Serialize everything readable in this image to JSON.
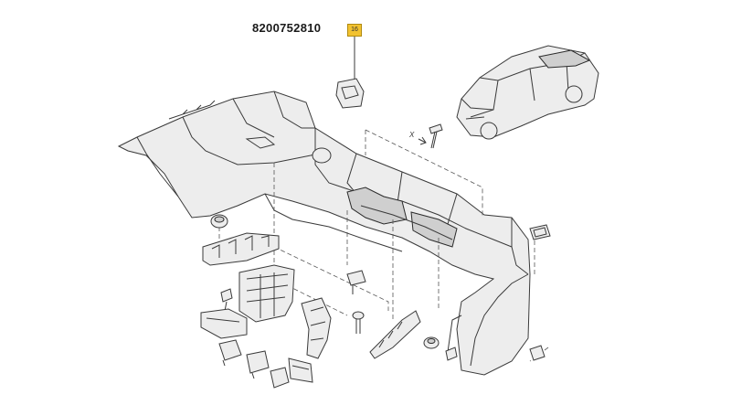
{
  "diagram": {
    "part_number": "8200752810",
    "callout_label": "16",
    "callout_color": "#f2c230",
    "axis_label": "X"
  }
}
